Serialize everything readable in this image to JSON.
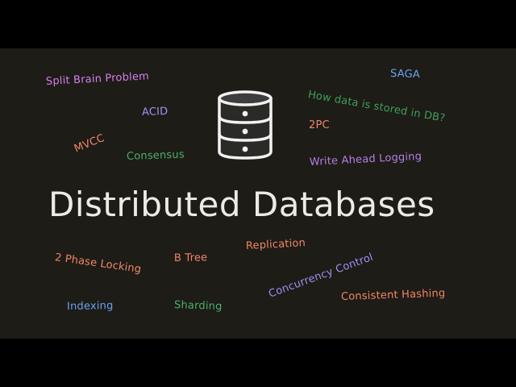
{
  "title": "Distributed Databases",
  "colors": {
    "background": "#1d1c16",
    "letterbox": "#000000",
    "title": "#ecebe6",
    "icon_stroke": "#f2f2f2",
    "icon_fill": "#3d3d3d",
    "pink": "#d77ff0",
    "purple": "#a78bfa",
    "orange": "#f4856a",
    "green": "#4caf6e",
    "blue": "#6aa3f5",
    "violet": "#b57ee8"
  },
  "icon": "database-icon",
  "terms": [
    {
      "id": "split-brain-problem",
      "text": "Split Brain Problem",
      "color": "#d77ff0"
    },
    {
      "id": "acid",
      "text": "ACID",
      "color": "#a98cf6"
    },
    {
      "id": "mvcc",
      "text": "MVCC",
      "color": "#f4856a"
    },
    {
      "id": "consensus",
      "text": "Consensus",
      "color": "#4caf6e"
    },
    {
      "id": "saga",
      "text": "SAGA",
      "color": "#6aa3f5"
    },
    {
      "id": "how-data-stored",
      "text": "How data is stored in DB?",
      "color": "#3f9e5a"
    },
    {
      "id": "2pc",
      "text": "2PC",
      "color": "#f4856a"
    },
    {
      "id": "write-ahead-logging",
      "text": "Write Ahead Logging",
      "color": "#b57ee8"
    },
    {
      "id": "2-phase-locking",
      "text": "2 Phase Locking",
      "color": "#f4856a"
    },
    {
      "id": "b-tree",
      "text": "B Tree",
      "color": "#f4856a"
    },
    {
      "id": "replication",
      "text": "Replication",
      "color": "#f4856a"
    },
    {
      "id": "concurrency-control",
      "text": "Concurrency Control",
      "color": "#a78bfa"
    },
    {
      "id": "indexing",
      "text": "Indexing",
      "color": "#6aa3f5"
    },
    {
      "id": "sharding",
      "text": "Sharding",
      "color": "#4caf6e"
    },
    {
      "id": "consistent-hashing",
      "text": "Consistent Hashing",
      "color": "#f4856a"
    }
  ]
}
